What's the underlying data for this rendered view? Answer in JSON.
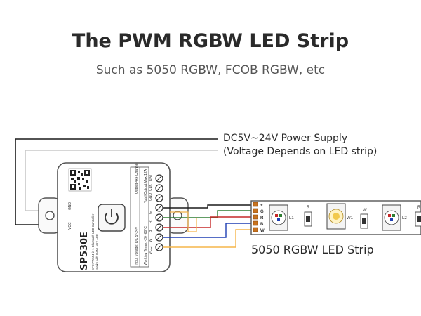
{
  "title": "The PWM RGBW LED Strip",
  "subtitle": "Such as 5050 RGBW, FCOB RGBW, etc",
  "power": {
    "line1": "DC5V~24V Power Supply",
    "line2": "(Voltage Depends on LED strip)"
  },
  "strip": {
    "name": "5050 RGBW LED Strip",
    "pads": [
      "+",
      "G",
      "R",
      "B",
      "W"
    ],
    "led_labels": [
      "L1",
      "L2",
      "W1"
    ],
    "resistor_labels": [
      "R",
      "W",
      "R"
    ]
  },
  "controller": {
    "model": "SP530E",
    "desc_1": "SPI+PWM 4 in 1 Bluetooth LED Controller",
    "desc_2": "Works with BANLANX APP",
    "input_voltage": "Input Voltage: DC 5~24V",
    "working_temp": "Working Temp: -20~60°C",
    "output": "Output:4x4 Channel",
    "output_max": "Total Output:Max 12A",
    "term_left_top": [
      "DAT",
      "CLK",
      "GND"
    ],
    "term_left_bottom": [
      "VCC",
      "G",
      "R",
      "B",
      "W"
    ],
    "side_left": [
      "GND",
      "VCC"
    ],
    "side_bottom": [
      "VCC"
    ]
  },
  "colors": {
    "power_black": "#1a1a1a",
    "power_gray": "#c8c8c8",
    "wire_green": "#2e7d32",
    "wire_red": "#c62828",
    "wire_blue": "#1e3fb3",
    "wire_white": "#f5b54a",
    "pad_orange": "#c8731e",
    "text_dark": "#2a2a2a",
    "text_gray": "#555555"
  }
}
